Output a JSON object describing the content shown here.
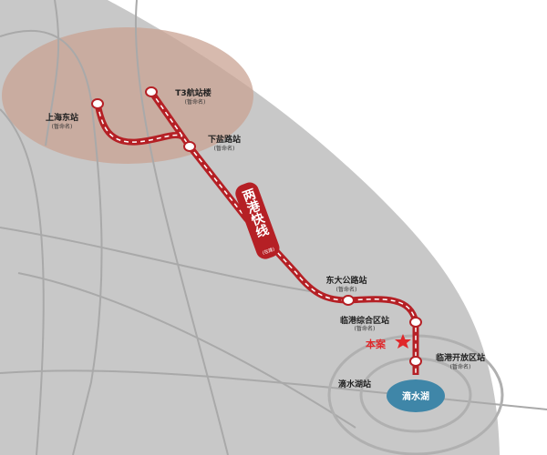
{
  "line": {
    "name": "两港快线",
    "status": "(在建)",
    "color": "#b52025"
  },
  "stations": [
    {
      "name": "上海东站",
      "note": "(暂命名)"
    },
    {
      "name": "T3航站楼",
      "note": "(暂命名)"
    },
    {
      "name": "下盐路站",
      "note": "(暂命名)"
    },
    {
      "name": "东大公路站",
      "note": "(暂命名)"
    },
    {
      "name": "临港综合区站",
      "note": "(暂命名)"
    },
    {
      "name": "临港开放区站",
      "note": "(暂命名)"
    }
  ],
  "project_marker": {
    "label": "本案",
    "icon": "star-icon",
    "color": "#e0282b"
  },
  "other_station": "滴水湖站",
  "lake": {
    "name": "滴水湖",
    "color": "#3f86a8"
  }
}
